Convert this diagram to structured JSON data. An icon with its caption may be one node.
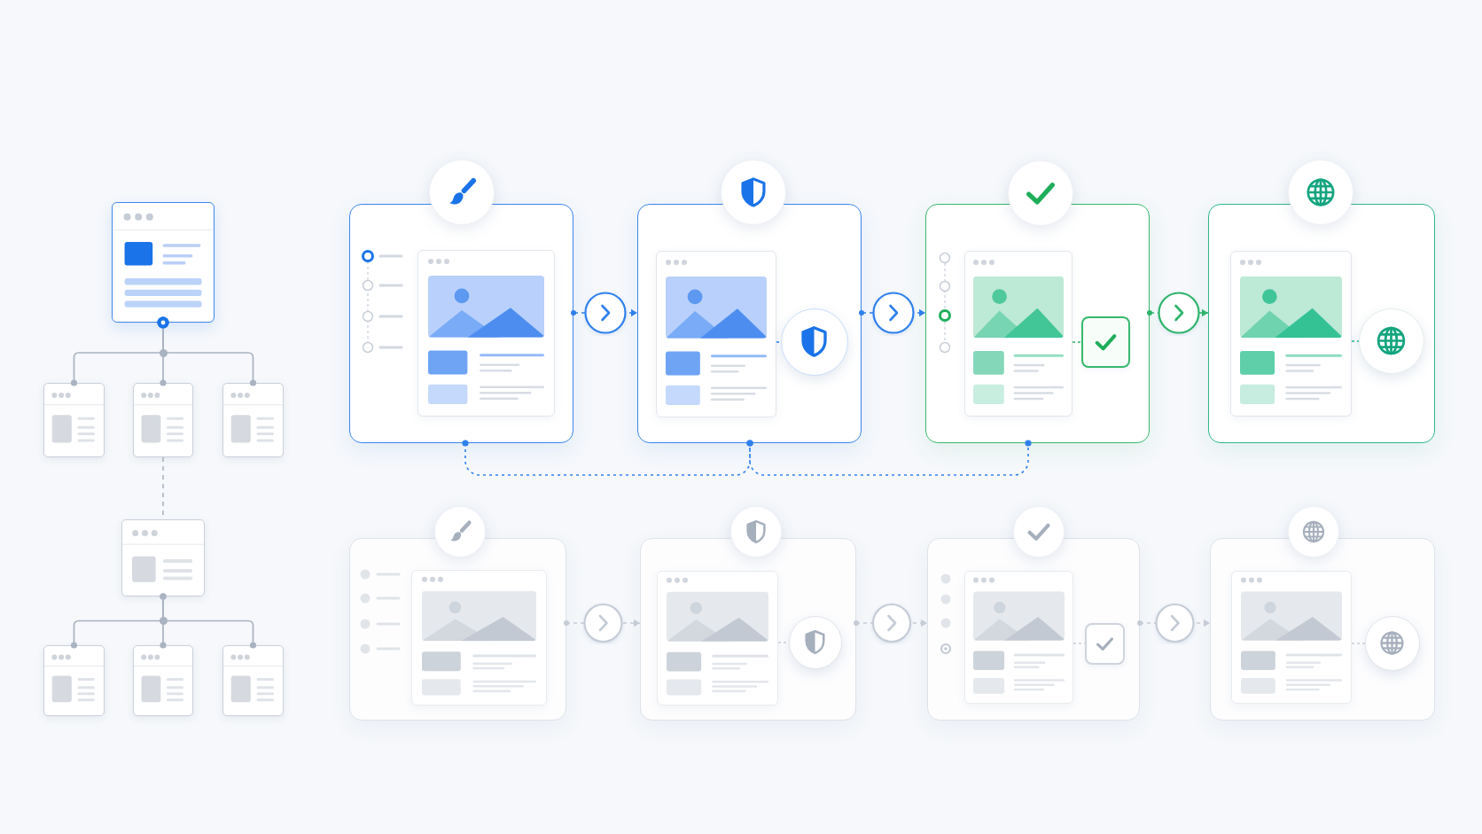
{
  "diagram": {
    "nodes": [
      {
        "text": [],
        "shape": "box"
      },
      {
        "text": [],
        "shape": "box"
      },
      {
        "text": [],
        "shape": "box"
      },
      {
        "text": [],
        "shape": "box"
      },
      {
        "text": [],
        "shape": "box"
      },
      {
        "text": [],
        "shape": "box"
      },
      {
        "text": [],
        "shape": "box"
      },
      {
        "text": [],
        "shape": "box"
      },
      {
        "text": [],
        "shape": "box"
      },
      {
        "text": [],
        "shape": "box",
        "in": 8
      },
      {
        "text": [],
        "shape": "box"
      },
      {
        "text": [],
        "shape": "box",
        "in": 10
      },
      {
        "text": [],
        "shape": "circle",
        "in": 10
      },
      {
        "text": [],
        "shape": "box"
      },
      {
        "text": [],
        "shape": "box",
        "in": 13
      },
      {
        "text": [],
        "shape": "box",
        "in": 13
      },
      {
        "text": [],
        "shape": "box"
      },
      {
        "text": [],
        "shape": "box",
        "in": 16
      },
      {
        "text": [],
        "shape": "circle",
        "in": 16
      },
      {
        "text": [],
        "shape": "box"
      },
      {
        "text": [],
        "shape": "box",
        "in": 19
      },
      {
        "text": [],
        "shape": "box"
      },
      {
        "text": [],
        "shape": "box",
        "in": 21
      },
      {
        "text": [],
        "shape": "circle",
        "in": 21
      },
      {
        "text": [],
        "shape": "box"
      },
      {
        "text": [],
        "shape": "box",
        "in": 24
      },
      {
        "text": [],
        "shape": "box",
        "in": 24
      },
      {
        "text": [],
        "shape": "box"
      },
      {
        "text": [],
        "shape": "box",
        "in": 27
      },
      {
        "text": [],
        "shape": "circle",
        "in": 27
      }
    ],
    "edges": [
      {
        "from": 0,
        "to": 1,
        "arrow": "other"
      },
      {
        "from": 0,
        "to": 2,
        "arrow": "other"
      },
      {
        "from": 0,
        "to": 3,
        "arrow": "other"
      },
      {
        "from": 2,
        "to": 4,
        "arrow": "none",
        "style": "dashed"
      },
      {
        "from": 4,
        "to": 5,
        "arrow": "other"
      },
      {
        "from": 4,
        "to": 6,
        "arrow": "other"
      },
      {
        "from": 4,
        "to": 7,
        "arrow": "other"
      },
      {
        "from": 8,
        "to": 10,
        "arrow": "to",
        "style": "dashed",
        "color": "#2f80ed"
      },
      {
        "from": 10,
        "to": 13,
        "arrow": "to",
        "style": "dashed",
        "color": "#2f80ed"
      },
      {
        "from": 13,
        "to": 16,
        "arrow": "to",
        "style": "dashed",
        "color": "#2db46a"
      },
      {
        "from": 8,
        "to": 10,
        "arrow": "other",
        "style": "dashed",
        "color": "#2f80ed"
      },
      {
        "from": 10,
        "to": 13,
        "arrow": "other",
        "style": "dashed",
        "color": "#2f80ed"
      },
      {
        "from": 11,
        "to": 12,
        "arrow": "none",
        "style": "dashed",
        "color": "#2f80ed"
      },
      {
        "from": 14,
        "to": 15,
        "arrow": "none",
        "style": "dashed",
        "color": "#2db46a"
      },
      {
        "from": 17,
        "to": 18,
        "arrow": "none",
        "style": "dashed",
        "color": "#22b38a"
      },
      {
        "from": 19,
        "to": 21,
        "arrow": "to",
        "style": "dashed",
        "color": "#c5ccd6"
      },
      {
        "from": 21,
        "to": 24,
        "arrow": "to",
        "style": "dashed",
        "color": "#c5ccd6"
      },
      {
        "from": 24,
        "to": 27,
        "arrow": "to",
        "style": "dashed",
        "color": "#c5ccd6"
      },
      {
        "from": 22,
        "to": 23,
        "arrow": "none",
        "style": "dashed",
        "color": "#c5ccd6"
      },
      {
        "from": 25,
        "to": 26,
        "arrow": "none",
        "style": "dashed",
        "color": "#c5ccd6"
      },
      {
        "from": 28,
        "to": 29,
        "arrow": "none",
        "style": "dashed",
        "color": "#c5ccd6"
      }
    ]
  }
}
